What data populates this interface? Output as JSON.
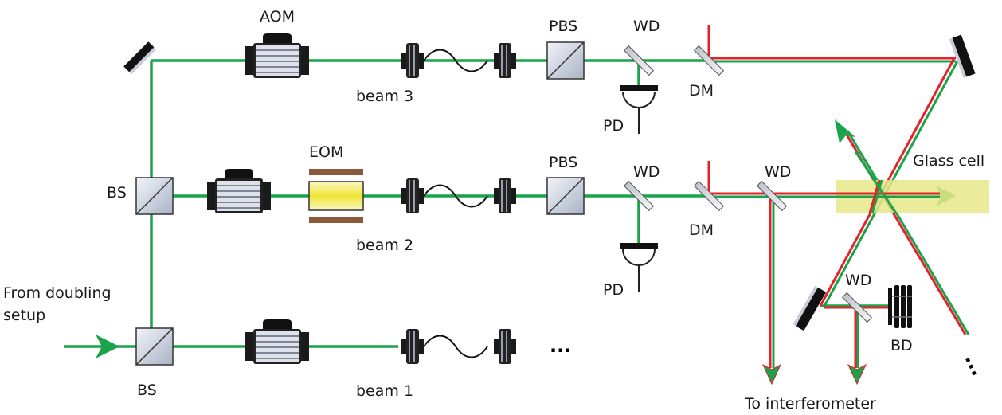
{
  "labels": {
    "aom": "AOM",
    "eom": "EOM",
    "pbs_top": "PBS",
    "pbs_mid": "PBS",
    "wd_top": "WD",
    "wd_mid": "WD",
    "wd_mid2": "WD",
    "wd_bottom": "WD",
    "dm_top": "DM",
    "dm_mid": "DM",
    "pd_top": "PD",
    "pd_mid": "PD",
    "bs_mid": "BS",
    "bs_bottom": "BS",
    "bd": "BD",
    "beam1": "beam 1",
    "beam2": "beam 2",
    "beam3": "beam 3",
    "glass_cell": "Glass cell",
    "from_line1": "From doubling",
    "from_line2": "setup",
    "to_interferometer": "To interferometer",
    "ellipsis_h": "...",
    "ellipsis_d": "..."
  },
  "colors": {
    "green_beam": "#1aa34a",
    "red_beam": "#e8202a",
    "glass_cell": "#e6e98a",
    "eom_crystal": "#f5ef6a",
    "eom_plate": "#8b5a3c"
  }
}
